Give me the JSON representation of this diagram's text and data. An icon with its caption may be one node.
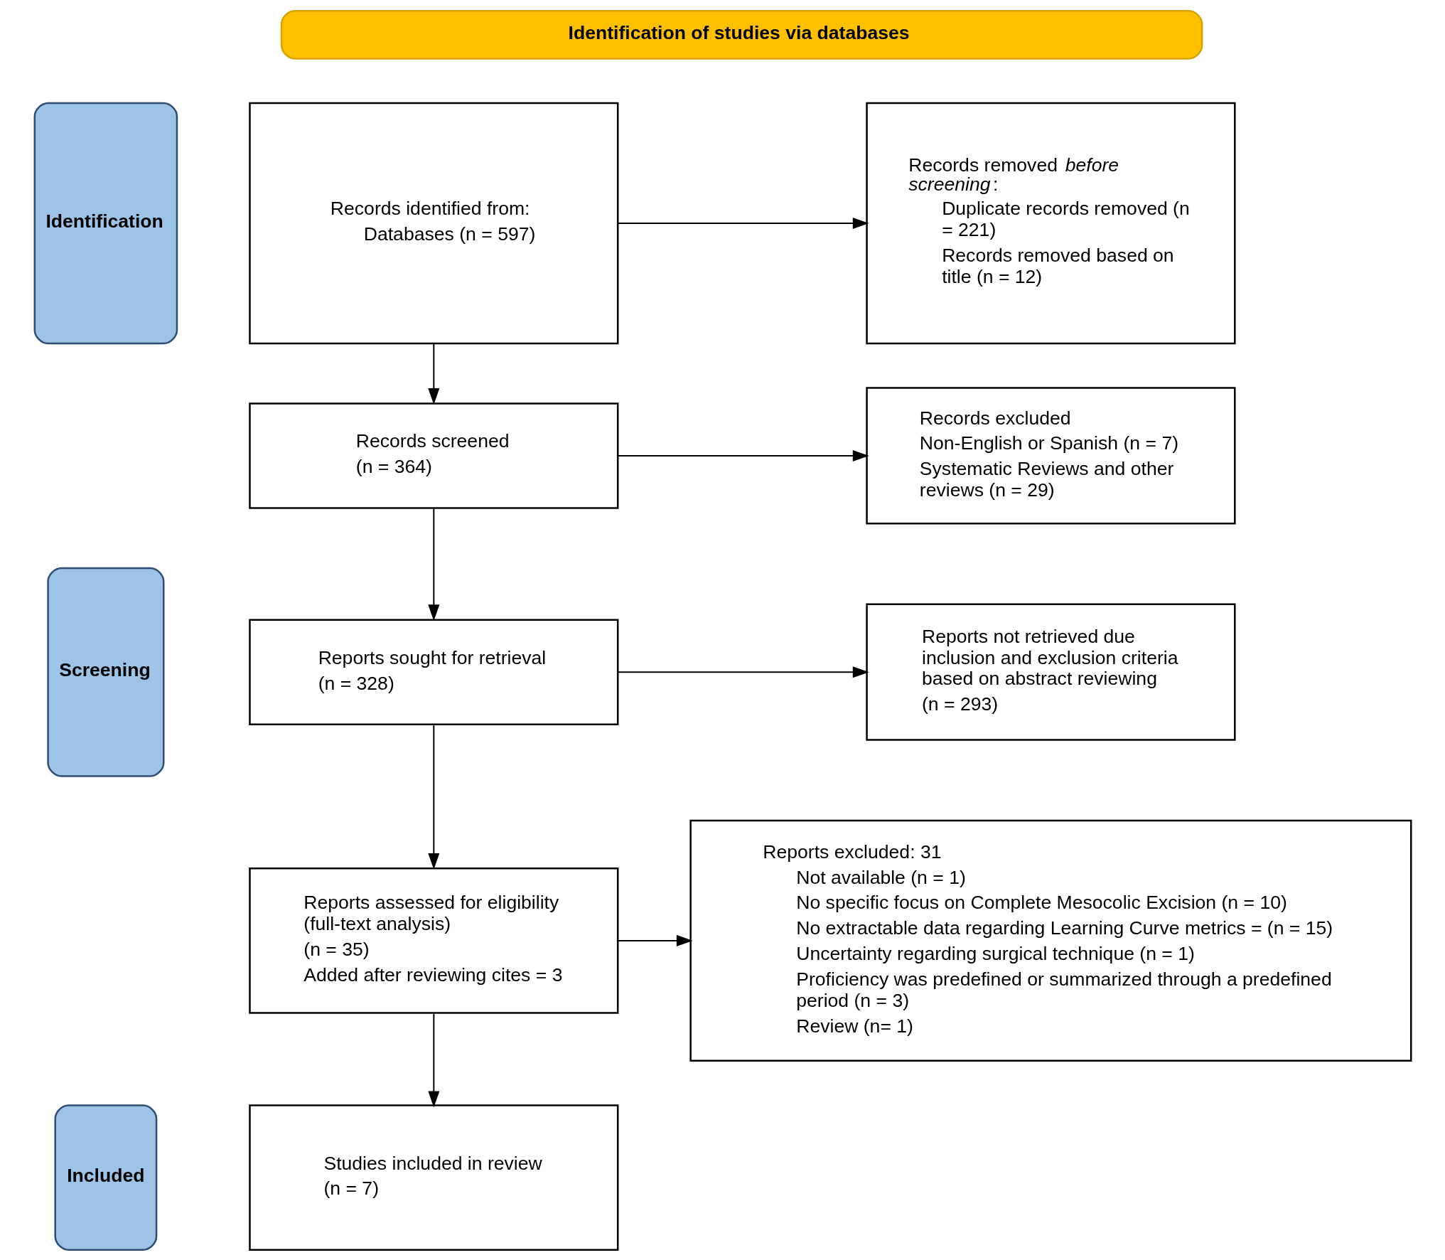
{
  "diagram": {
    "nodes": [
      {
        "text": [
          "Identification of studies via databases"
        ]
      },
      {
        "text": [
          "Identification"
        ]
      },
      {
        "text": [
          "Records identified from:",
          "Databases (n = 597)"
        ]
      },
      {
        "text": [
          "Records removed *before screening*:",
          "Duplicate records removed (n = 221)",
          "Records removed based on title (n = 12)"
        ]
      },
      {
        "text": [
          "Screening"
        ]
      },
      {
        "text": [
          "Records screened",
          "(n = 364)"
        ]
      },
      {
        "text": [
          "Records excluded",
          "Non-English or Spanish (n = 7)",
          "Systematic Reviews and other reviews (n = 29)"
        ]
      },
      {
        "text": [
          "Reports sought for retrieval",
          "(n = 328)"
        ]
      },
      {
        "text": [
          "Reports not retrieved due inclusion and exclusion criteria based on abstract reviewing",
          "(n = 293)"
        ]
      },
      {
        "text": [
          "Reports assessed for eligibility (full-text analysis)",
          "(n = 35)",
          "Added after reviewing cites = 3"
        ]
      },
      {
        "text": [
          "Reports excluded: 31",
          "Not available (n = 1)",
          "No specific focus on Complete Mesocolic Excision (n = 10)",
          "No extractable data regarding Learning Curve metrics = (n = 15)",
          "Uncertainty regarding surgical technique (n = 1)",
          "Proficiency was predefined or summarized through a predefined period (n = 3)",
          "Review (n= 1)"
        ]
      },
      {
        "text": [
          "Included"
        ]
      },
      {
        "text": [
          "Studies included in review",
          "(n = 7)"
        ]
      }
    ],
    "edges": [
      {
        "from": 2,
        "to": 3,
        "arrow": "to"
      },
      {
        "from": 2,
        "to": 5,
        "arrow": "to"
      },
      {
        "from": 5,
        "to": 6,
        "arrow": "to"
      },
      {
        "from": 5,
        "to": 7,
        "arrow": "to"
      },
      {
        "from": 7,
        "to": 8,
        "arrow": "to"
      },
      {
        "from": 7,
        "to": 9,
        "arrow": "to"
      },
      {
        "from": 9,
        "to": 10,
        "arrow": "to"
      },
      {
        "from": 9,
        "to": 12,
        "arrow": "to"
      }
    ]
  }
}
